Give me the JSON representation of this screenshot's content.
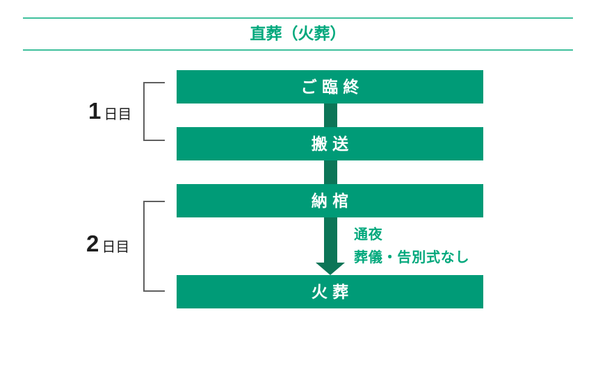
{
  "title": "直葬（火葬）",
  "colors": {
    "box_green": "#009B77",
    "dark_green": "#0C7557",
    "accent_green": "#00A87C",
    "rule_teal": "#3FC09C",
    "bracket_gray": "#5F5F5F",
    "label_black": "#1E1E1E"
  },
  "days": [
    {
      "number": "1",
      "suffix": "日目"
    },
    {
      "number": "2",
      "suffix": "日目"
    }
  ],
  "steps": [
    "ご臨終",
    "搬送",
    "納棺",
    "火葬"
  ],
  "arrow_note": {
    "line1": "通夜",
    "line2": "葬儀・告別式なし"
  }
}
